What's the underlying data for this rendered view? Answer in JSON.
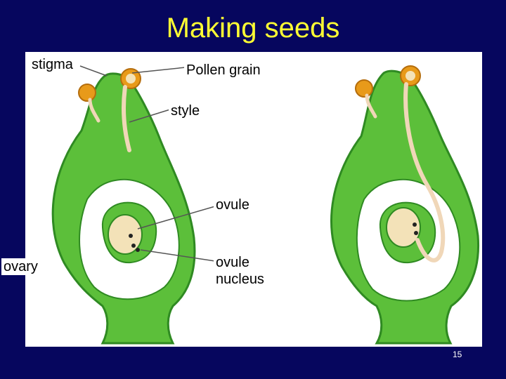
{
  "slide": {
    "title": "Making seeds",
    "page_number": "15"
  },
  "labels": {
    "stigma": "stigma",
    "pollen_grain": "Pollen grain",
    "style": "style",
    "ovule": "ovule",
    "ovary": "ovary",
    "ovule_nucleus_line1": "ovule",
    "ovule_nucleus_line2": "nucleus"
  },
  "colors": {
    "background": "#06065e",
    "title": "#ffff33",
    "tissue": "#5cbf3a",
    "tissue_dark": "#2f8a22",
    "pollen": "#e89a1a",
    "ovule": "#f3e2b8"
  }
}
